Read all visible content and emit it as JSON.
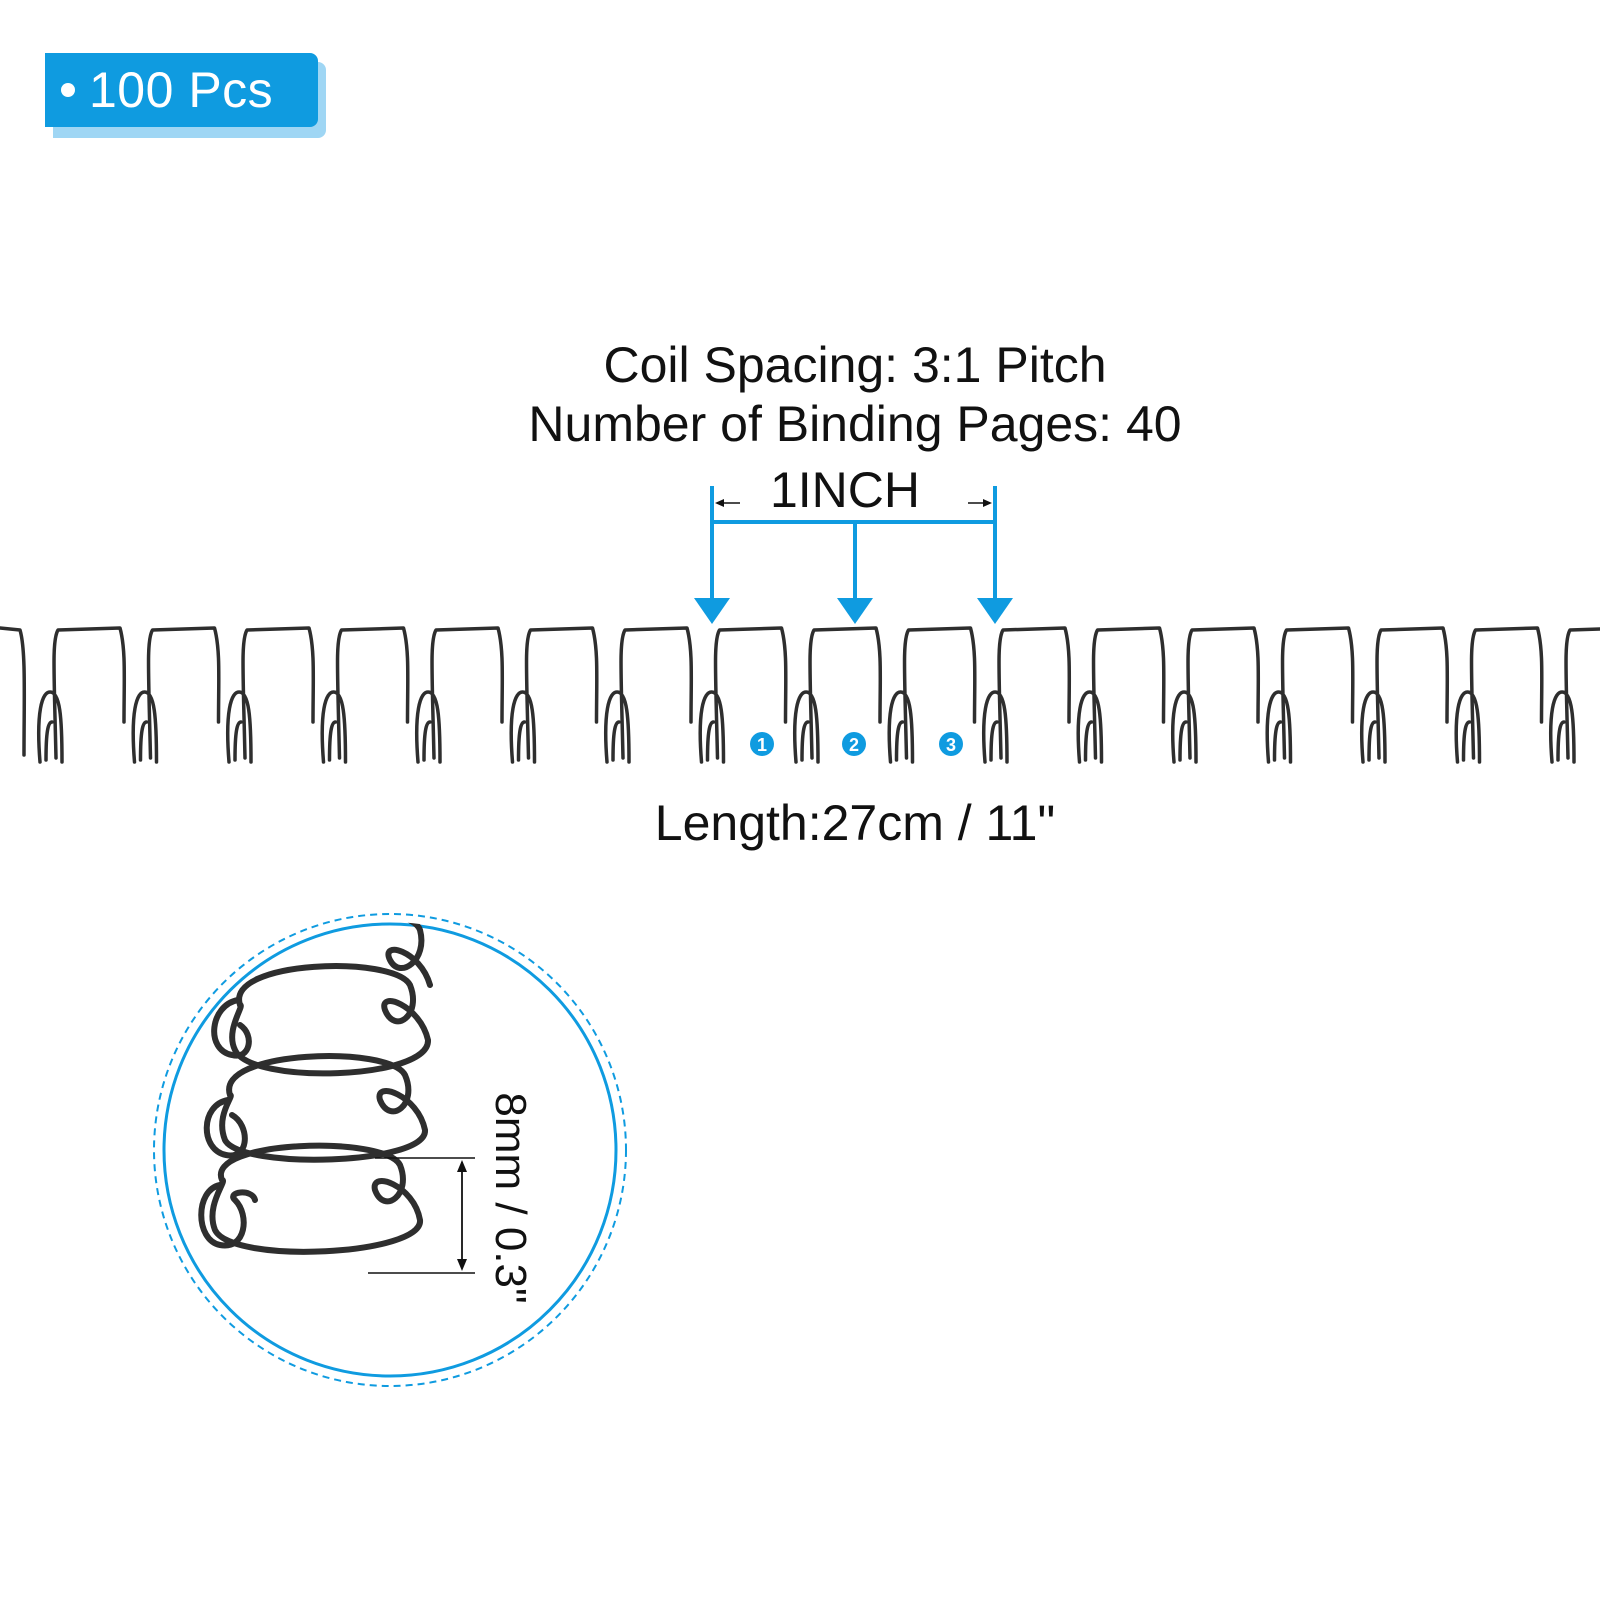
{
  "badge": {
    "label": "100 Pcs"
  },
  "specs": {
    "coil_spacing": "Coil Spacing: 3:1 Pitch",
    "binding_pages": "Number of Binding Pages: 40",
    "pitch_span": "1INCH",
    "length": "Length:27cm / 11\"",
    "diameter": "8mm / 0.3\""
  },
  "pitch_markers": [
    "1",
    "2",
    "3"
  ],
  "colors": {
    "accent": "#0f9be0",
    "wire": "#2e2e2e",
    "accent_light": "#9fd6f4"
  }
}
